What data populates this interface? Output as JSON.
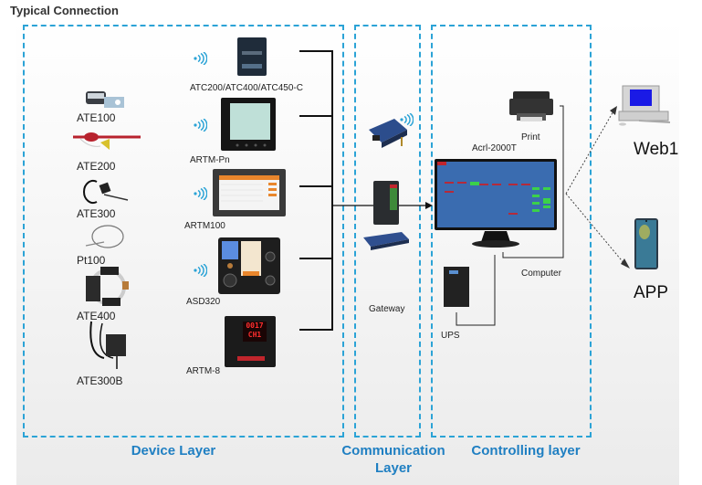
{
  "title": "Typical Connection",
  "layers": {
    "device": "Device Layer",
    "communication": "Communication Layer",
    "controlling": "Controlling layer"
  },
  "sensors": [
    {
      "label": "ATE100"
    },
    {
      "label": "ATE200"
    },
    {
      "label": "ATE300"
    },
    {
      "label": "Pt100"
    },
    {
      "label": "ATE400"
    },
    {
      "label": "ATE300B"
    }
  ],
  "monitors": [
    {
      "label": "ATC200/ATC400/ATC450-C"
    },
    {
      "label": "ARTM-Pn"
    },
    {
      "label": "ARTM100"
    },
    {
      "label": "ASD320"
    },
    {
      "label": "ARTM-8"
    }
  ],
  "artm8_display": {
    "line1": "0017",
    "line2": "CH1"
  },
  "gateway": {
    "label": "Gateway"
  },
  "controlling": {
    "software": "Acrl-2000T",
    "printer": "Print",
    "computer": "Computer",
    "ups": "UPS"
  },
  "clients": [
    {
      "label": "Web1"
    },
    {
      "label": "APP"
    }
  ],
  "colors": {
    "dashed_border": "#2ba3d6",
    "layer_label": "#1f7fc2",
    "wifi": "#2ba3d6",
    "screen_blue": "#3a6cb0"
  }
}
